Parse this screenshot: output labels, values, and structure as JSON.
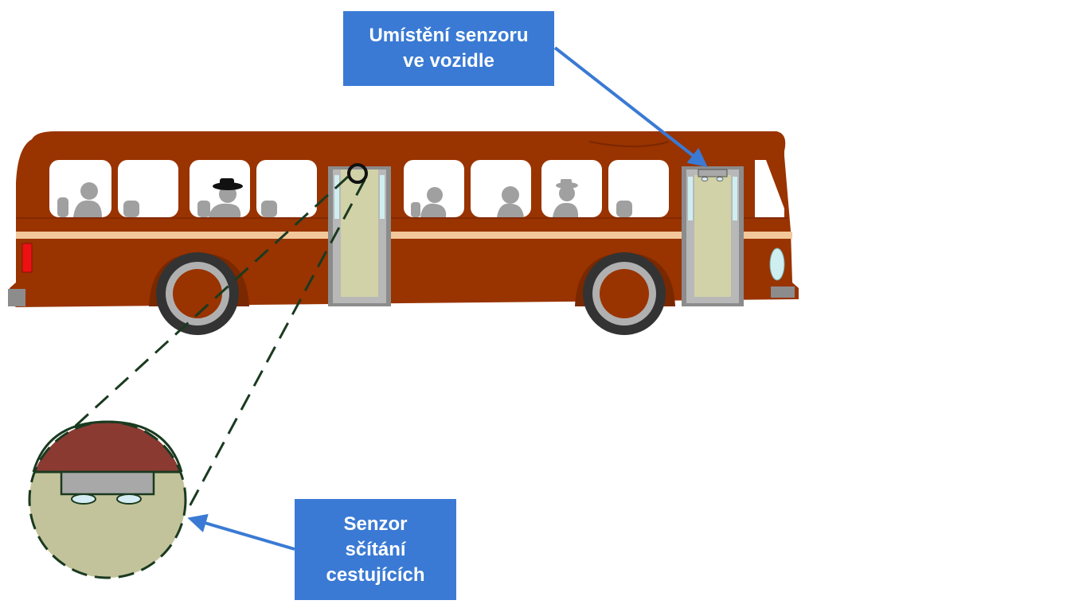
{
  "labels": {
    "vehicle_sensor_location": [
      "Umístění senzoru",
      "ve vozidle"
    ],
    "passenger_counting_sensor": [
      "Senzor",
      "sčítání",
      "cestujících"
    ]
  },
  "colors": {
    "bus_body": "#993300",
    "bus_stripe": "#f2c89a",
    "window_glass": "#ffffff",
    "passenger_silhouette": "#a0a0a0",
    "door_panel": "#d2d2a8",
    "door_frame": "#8c8c8c",
    "wheel_tire": "#333333",
    "wheel_rim": "#b0b0b0",
    "tail_light": "#ee1111",
    "head_light": "#cfeef0",
    "callout_box": "#3a7ad4",
    "callout_text": "#ffffff",
    "zoom_roof": "#8b3a32",
    "zoom_interior": "#c3c39b",
    "zoom_outline": "#1a3a20",
    "sensor_unit": "#a8a8a8",
    "sensor_lens": "#d4ecf2",
    "arrow": "#3a7ad4"
  },
  "icons": {
    "bus": "bus-illustration",
    "sensor": "sensor-icon",
    "magnifier": "magnifier-circle"
  }
}
